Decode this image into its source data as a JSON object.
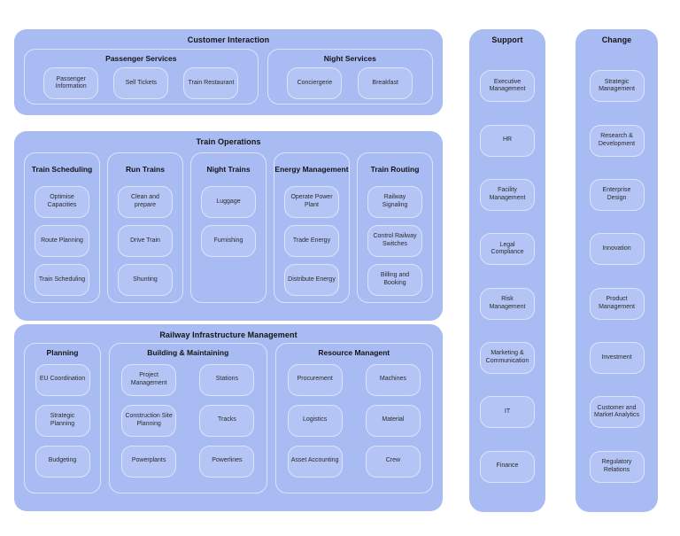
{
  "colors": {
    "section_bg": "#a8bbf2",
    "leaf_bg": "#b4c4f5",
    "line": "#dce4fa",
    "text": "#1f1f1f"
  },
  "sections": {
    "customer_interaction": {
      "title": "Customer Interaction",
      "groups": [
        {
          "title": "Passenger Services",
          "items": [
            "Passenger Information",
            "Sell Tickets",
            "Train Restaurant"
          ]
        },
        {
          "title": "Night Services",
          "items": [
            "Conciergerie",
            "Breakfast"
          ]
        }
      ]
    },
    "train_operations": {
      "title": "Train Operations",
      "columns": [
        {
          "title": "Train Scheduling",
          "items": [
            "Optimise Capacities",
            "Route Planning",
            "Train Scheduling"
          ]
        },
        {
          "title": "Run Trains",
          "items": [
            "Clean and prepare",
            "Drive Train",
            "Shunting"
          ]
        },
        {
          "title": "Night Trains",
          "items": [
            "Luggage",
            "Furnishing"
          ]
        },
        {
          "title": "Energy Management",
          "items": [
            "Operate Power Plant",
            "Trade Energy",
            "Distribute Energy"
          ]
        },
        {
          "title": "Train Routing",
          "items": [
            "Railway Signaling",
            "Control Railway Switches",
            "Billing and Booking"
          ]
        }
      ]
    },
    "railway_infrastructure": {
      "title": "Railway Infrastructure Management",
      "groups": [
        {
          "title": "Planning",
          "items": [
            "EU Coordination",
            "Strategic Planning",
            "Budgeting"
          ]
        },
        {
          "title": "Building & Maintaining",
          "items": [
            "Project Management",
            "Stations",
            "Construction Site Planning",
            "Tracks",
            "Powerplants",
            "Powerlines"
          ]
        },
        {
          "title": "Resource Managent",
          "items": [
            "Procurement",
            "Machines",
            "Logistics",
            "Material",
            "Asset Accounting",
            "Crew"
          ]
        }
      ]
    },
    "support": {
      "title": "Support",
      "items": [
        "Executive Management",
        "HR",
        "Facility Management",
        "Legal Compliance",
        "Risk Management",
        "Marketing & Communication",
        "IT",
        "Finance"
      ]
    },
    "change": {
      "title": "Change",
      "items": [
        "Strategic Management",
        "Research & Development",
        "Enterprise Design",
        "Innovation",
        "Product Management",
        "Investment",
        "Customer and Market Analytics",
        "Regulatory Relations"
      ]
    }
  }
}
